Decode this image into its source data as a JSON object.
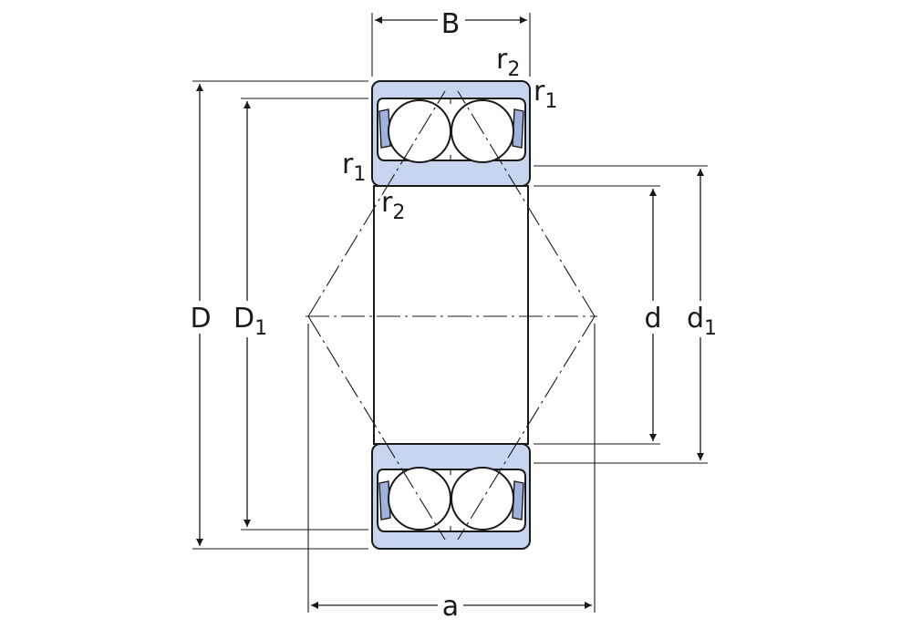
{
  "labels": {
    "B": "B",
    "D": "D",
    "D1_main": "D",
    "D1_sub": "1",
    "d": "d",
    "d1_main": "d",
    "d1_sub": "1",
    "a": "a",
    "r2_top_main": "r",
    "r2_top_sub": "2",
    "r1_top_main": "r",
    "r1_top_sub": "1",
    "r1_left_main": "r",
    "r1_left_sub": "1",
    "r2_left_main": "r",
    "r2_left_sub": "2"
  },
  "colors": {
    "ring_fill": "#c9d5ee",
    "seal_fill": "#9fb2dc",
    "line": "#1a1a1a"
  }
}
